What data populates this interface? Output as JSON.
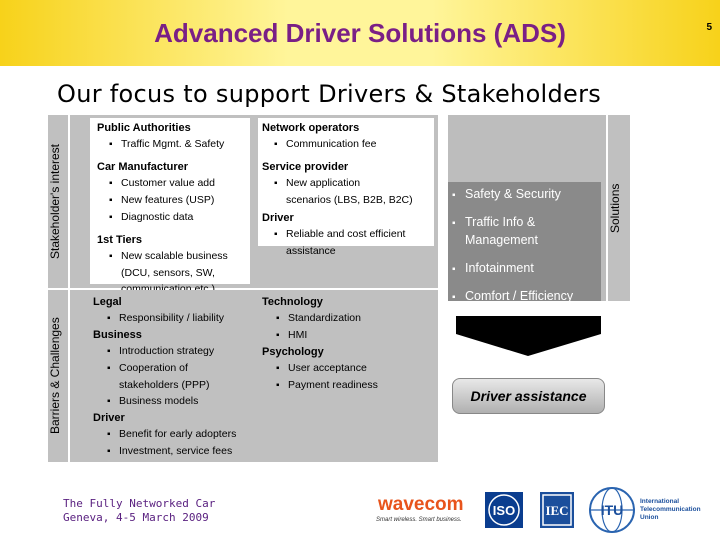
{
  "page_number": "5",
  "title": "Advanced Driver Solutions (ADS)",
  "subtitle": "Our focus to support Drivers & Stakeholders",
  "side_labels": {
    "stakeholders": "Stakeholder's interest",
    "barriers": "Barriers & Challenges",
    "solutions": "Solutions"
  },
  "stakeholders": {
    "public_authorities": {
      "heading": "Public Authorities",
      "bullets": [
        "Traffic Mgmt. & Safety"
      ]
    },
    "car_manufacturer": {
      "heading": "Car Manufacturer",
      "bullets": [
        "Customer value add",
        "New features (USP)",
        "Diagnostic data"
      ]
    },
    "tier1": {
      "heading": "1st Tiers",
      "bullet": "New scalable business",
      "cont": [
        "(DCU, sensors, SW,",
        "communication etc.)"
      ]
    },
    "network_operators": {
      "heading": "Network operators",
      "bullets": [
        "Communication fee"
      ]
    },
    "service_provider": {
      "heading": "Service provider",
      "bullet": "New application",
      "cont": [
        "scenarios (LBS, B2B, B2C)"
      ]
    },
    "driver": {
      "heading": "Driver",
      "bullet": "Reliable and cost efficient",
      "cont": [
        "assistance"
      ]
    }
  },
  "barriers": {
    "legal": {
      "heading": "Legal",
      "bullets": [
        "Responsibility / liability"
      ]
    },
    "business": {
      "heading": "Business",
      "b1": "Introduction strategy",
      "b2": "Cooperation of",
      "b2_cont": "stakeholders (PPP)",
      "b3": "Business models"
    },
    "driver": {
      "heading": "Driver",
      "bullets": [
        "Benefit for early adopters",
        "Investment, service fees"
      ]
    },
    "technology": {
      "heading": "Technology",
      "bullets": [
        "Standardization",
        "HMI"
      ]
    },
    "psychology": {
      "heading": "Psychology",
      "bullets": [
        "User acceptance",
        "Payment readiness"
      ]
    }
  },
  "solutions": {
    "items": [
      "Safety & Security",
      "Traffic Info &",
      "Infotainment",
      "Comfort / Efficiency"
    ],
    "item2_cont": "Management",
    "result": "Driver assistance"
  },
  "footer": {
    "line1": "The Fully Networked Car",
    "line2": "Geneva, 4-5 March 2009"
  },
  "logos": {
    "wavecom": "wavecom",
    "wavecom_tag": "Smart wireless. Smart business.",
    "iso": "ISO",
    "iec": "IEC",
    "itu": "ITU",
    "itu_text": [
      "International",
      "Telecommunication",
      "Union"
    ]
  },
  "colors": {
    "title": "#7a1f86",
    "header": "#f7d21a",
    "panel": "#c0c0c0",
    "solutions_bg": "#8a8a8a"
  }
}
